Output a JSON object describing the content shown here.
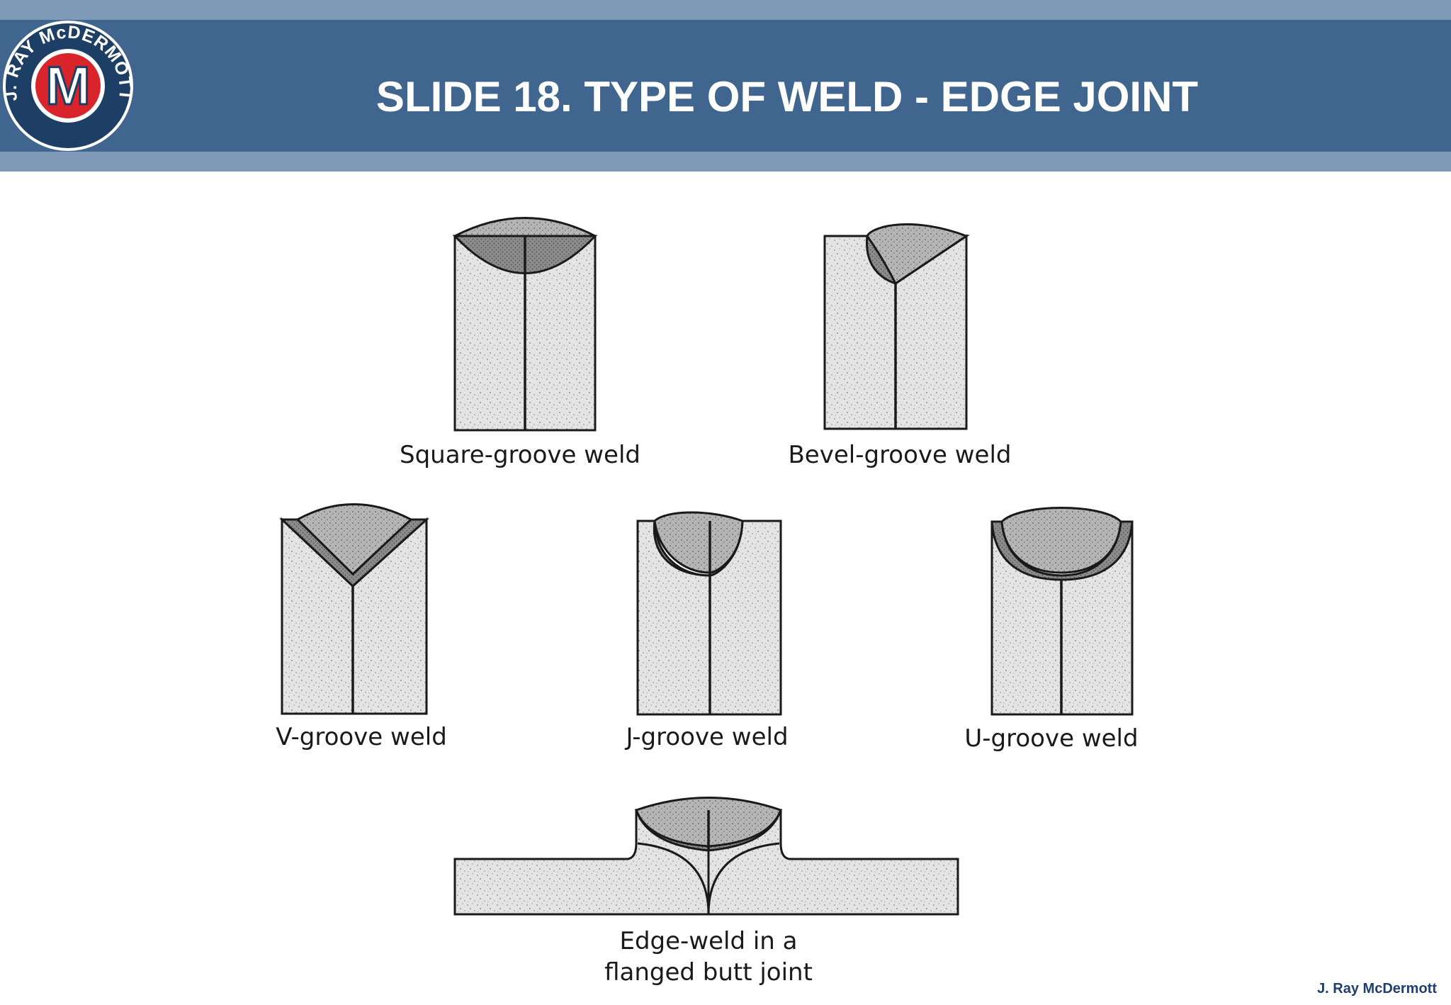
{
  "slide": {
    "title": "SLIDE 18. TYPE OF WELD - EDGE JOINT",
    "footer": "J. Ray McDermott"
  },
  "logo": {
    "ring_text": "J. RAY McDERMOTT",
    "letter": "M",
    "colors": {
      "ring": "#1d3f66",
      "red": "#d8242a",
      "white": "#ffffff"
    }
  },
  "colors": {
    "header_band": "#40668f",
    "header_light": "#7f9ab7",
    "base_metal": "#e4e4e4",
    "weld_metal": "#b6b6b6",
    "fusion_zone": "#8c8c8c",
    "outline": "#1a1a1a"
  },
  "welds": [
    {
      "id": "square",
      "label": "Square-groove weld"
    },
    {
      "id": "bevel",
      "label": "Bevel-groove weld"
    },
    {
      "id": "v",
      "label": "V-groove weld"
    },
    {
      "id": "j",
      "label": "J-groove weld"
    },
    {
      "id": "u",
      "label": "U-groove weld"
    },
    {
      "id": "flanged",
      "label_line1": "Edge-weld in a",
      "label_line2": "flanged butt joint"
    }
  ]
}
